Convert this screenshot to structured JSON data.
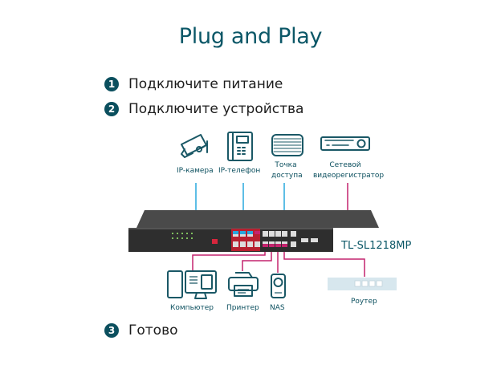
{
  "title": "Plug and Play",
  "steps": [
    {
      "number": "1",
      "text": "Подключите питание"
    },
    {
      "number": "2",
      "text": "Подключите устройства"
    },
    {
      "number": "3",
      "text": "Готово"
    }
  ],
  "top_devices": [
    {
      "icon": "ip-camera-icon",
      "label": "IP-камера"
    },
    {
      "icon": "ip-phone-icon",
      "label": "IP-телефон"
    },
    {
      "icon": "access-point-icon",
      "label_line1": "Точка",
      "label_line2": "доступа"
    },
    {
      "icon": "nvr-icon",
      "label_line1": "Сетевой",
      "label_line2": "видеорегистратор"
    }
  ],
  "bottom_devices": [
    {
      "icon": "computer-icon",
      "label": "Компьютер"
    },
    {
      "icon": "printer-icon",
      "label": "Принтер"
    },
    {
      "icon": "nas-icon",
      "label": "NAS"
    },
    {
      "icon": "router-icon",
      "label": "Роутер"
    }
  ],
  "switch_model": "TL-SL1218MP",
  "colors": {
    "title": "#0b5767",
    "step_badge": "#0b4f5e",
    "poe_line": "#29a8de",
    "data_line": "#c4246e",
    "icon_stroke": "#1a5866"
  }
}
